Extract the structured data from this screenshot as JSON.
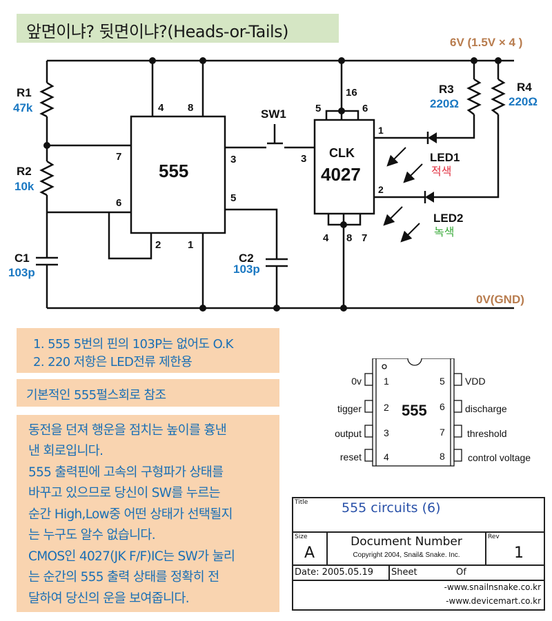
{
  "header": {
    "title": "앞면이냐? 뒷면이냐?(Heads-or-Tails)"
  },
  "schematic": {
    "supply_label": "6V (1.5V × 4 )",
    "ground_label": "0V(GND)",
    "colors": {
      "wire": "#111111",
      "value": "#1a78c2",
      "rail_label": "#b87c4e",
      "led1_color": "#e03040",
      "led2_color": "#3aaa3a"
    },
    "components": {
      "r1": {
        "ref": "R1",
        "value": "47k"
      },
      "r2": {
        "ref": "R2",
        "value": "10k"
      },
      "r3": {
        "ref": "R3",
        "value": "220Ω"
      },
      "r4": {
        "ref": "R4",
        "value": "220Ω"
      },
      "c1": {
        "ref": "C1",
        "value": "103p"
      },
      "c2": {
        "ref": "C2",
        "value": "103p"
      },
      "sw1": {
        "ref": "SW1"
      },
      "ic555": {
        "name": "555",
        "pins": {
          "p4": "4",
          "p8": "8",
          "p7": "7",
          "p6": "6",
          "p3": "3",
          "p5": "5",
          "p2": "2",
          "p1": "1"
        }
      },
      "ic4027": {
        "line1": "CLK",
        "line2": "4027",
        "pins": {
          "p16": "16",
          "p5": "5",
          "p6": "6",
          "p3": "3",
          "p1": "1",
          "p2": "2",
          "p4": "4",
          "p8": "8",
          "p7": "7"
        }
      },
      "led1": {
        "ref": "LED1",
        "color_label": "적색"
      },
      "led2": {
        "ref": "LED2",
        "color_label": "녹색"
      }
    }
  },
  "notes": {
    "box1": [
      "1. 555 5번의 핀의 103P는 없어도 O.K",
      "2. 220 저항은 LED전류 제한용"
    ],
    "box2": "기본적인 555펄스회로 참조",
    "box3": [
      "동전을 던져 행운을 점치는 높이를 흉낸",
      "낸 회로입니다.",
      "555 출력핀에 고속의 구형파가 상태를",
      "바꾸고 있으므로 당신이 SW를 누르는",
      "순간 High,Low중 어떤 상태가 선택될지",
      "는 누구도 알수 없습니다.",
      "CMOS인 4027(JK F/F)IC는 SW가 눌리",
      "는 순간의 555 출력 상태를 정확히 전",
      "달하여 당신의 운을 보여줍니다."
    ]
  },
  "pinout": {
    "chip": "555",
    "left_pins": [
      {
        "num": "1",
        "name": "0v"
      },
      {
        "num": "2",
        "name": "tigger"
      },
      {
        "num": "3",
        "name": "output"
      },
      {
        "num": "4",
        "name": "reset"
      }
    ],
    "right_pins": [
      {
        "num": "5",
        "name": "VDD"
      },
      {
        "num": "6",
        "name": "discharge"
      },
      {
        "num": "7",
        "name": "threshold"
      },
      {
        "num": "8",
        "name": "control voltage"
      }
    ]
  },
  "title_block": {
    "title_label": "Title",
    "title": "555 circuits (6)",
    "size_label": "Size",
    "size": "A",
    "doc_number": "Document Number",
    "copyright": "Copyright 2004, Snail& Snake. Inc.",
    "rev_label": "Rev",
    "rev": "1",
    "date": "Date: 2005.05.19",
    "sheet": "Sheet",
    "of": "Of",
    "url1": "-www.snailnsnake.co.kr",
    "url2": "-www.devicemart.co.kr"
  }
}
